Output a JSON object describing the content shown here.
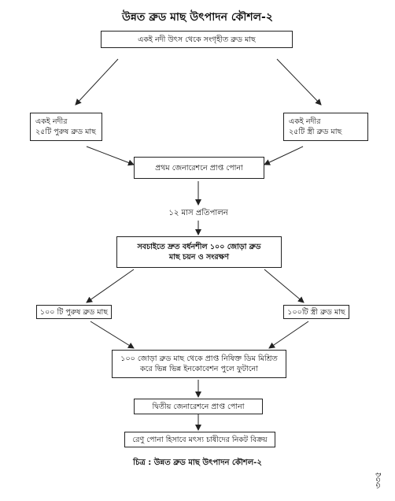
{
  "title": "উন্নত ব্রুড মাছ উৎপাদন কৌশল-২",
  "nodes": {
    "source": "একই নদী উৎস থেকে সংগৃহীত ব্রুড মাছ",
    "male_25": "একই নদীর\n২৫টি পুরুষ ব্রুড মাছ",
    "female_25": "একই নদীর\n২৫টি স্ত্রী ব্রুড মাছ",
    "first_gen": "প্রথম জেনারেশনে প্রাপ্ত পোনা",
    "rearing": "১২ মাস প্রতিপালন",
    "selection": "সবচাইতে দ্রুত বর্ধনশীল ১০০ জোড়া ব্রুড\nমাছ চয়ন ও সংরক্ষণ",
    "male_100": "১০০ টি পুরুষ ব্রুড মাছ",
    "female_100": "১০০টি স্ত্রী ব্রুড মাছ",
    "mixing": "১০০ জোড়া ব্রুড মাছ থেকে প্রাপ্ত নিষিক্ত ডিম মিশ্রিত\nকরে ভিন্ন ভিন্ন ইনকোবেশন পুলে ফুটানো",
    "second_gen": "দ্বিতীয় জেনারেশনে প্রাপ্ত পোনা",
    "sale": "রেণু পোনা হিসাবে মৎস্য চাষীদের নিকট বিক্রয়"
  },
  "caption": "চিত্র : উন্নত ব্রুড মাছ উৎপাদন কৌশল-২",
  "page_number": "৩৩৫"
}
